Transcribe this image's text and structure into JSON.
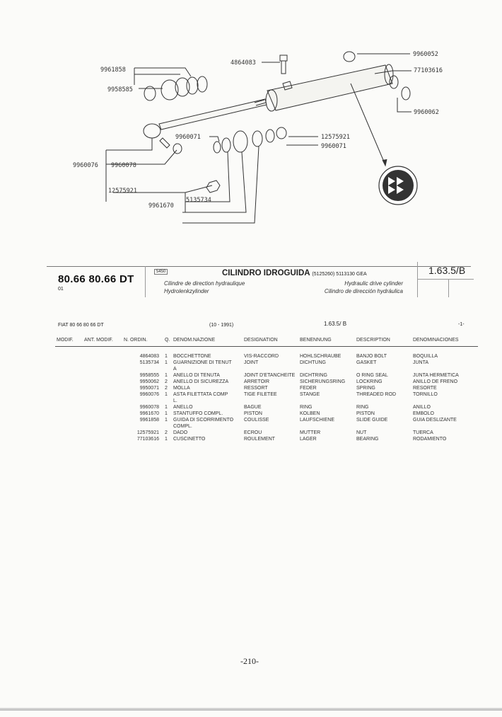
{
  "diagram": {
    "callouts": [
      "9961858",
      "9958585",
      "4864083",
      "9960052",
      "77103616",
      "9960062",
      "9960071",
      "12575921",
      "9960071",
      "9960076",
      "9960078",
      "12575921",
      "5135734",
      "9961670"
    ]
  },
  "header": {
    "model": "80.66 80.66 DT",
    "variant": "01",
    "group_code": "5450",
    "title": "CILINDRO IDROGUIDA",
    "title_refs": "(5125260)  5113130  GEA",
    "fr": "Cilindre de direction hydraulique",
    "de": "Hydrolenkzylinder",
    "en": "Hydraulic drive cylinder",
    "es": "Cilindro de dirección hydráulica",
    "ref": "1.63.5/B"
  },
  "subheader": {
    "model": "FIAT 80 66 80 66 DT",
    "date": "(10 - 1991)",
    "ref": "1.63.5/ B",
    "page": "-1-"
  },
  "table": {
    "columns": [
      "MODIF.",
      "ANT. MODIF.",
      "N. ORDIN.",
      "Q.",
      "DENOM.NAZIONE",
      "DESIGNATION",
      "BENENNUNG",
      "DESCRIPTION",
      "DENOMINACIONES"
    ],
    "rows": [
      {
        "ord": "4864083",
        "q": "1",
        "it": "BOCCHETTONE",
        "fr": "VIS-RACCORD",
        "de": "HOHLSCHRAUBE",
        "en": "BANJO BOLT",
        "es": "BOQUILLA"
      },
      {
        "ord": "5135734",
        "q": "1",
        "it": "GUARNIZIONE DI TENUT",
        "it2": "A",
        "fr": "JOINT",
        "de": "DICHTUNG",
        "en": "GASKET",
        "es": "JUNTA"
      },
      {
        "ord": "9958555",
        "q": "1",
        "it": "ANELLO DI TENUTA",
        "fr": "JOINT D'ETANCHEITE",
        "de": "DICHTRING",
        "en": "O RING SEAL",
        "es": "JUNTA HERMETICA"
      },
      {
        "ord": "9950062",
        "q": "2",
        "it": "ANELLO DI SICUREZZA",
        "fr": "ARRETOIR",
        "de": "SICHERUNGSRING",
        "en": "LOCKRING",
        "es": "ANILLO DE FRENO"
      },
      {
        "ord": "9950071",
        "q": "2",
        "it": "MOLLA",
        "fr": "RESSORT",
        "de": "FEDER",
        "en": "SPRING",
        "es": "RESORTE"
      },
      {
        "ord": "9960076",
        "q": "1",
        "it": "ASTA FILETTATA COMP",
        "it2": "L.",
        "fr": "TIGE FILETEE",
        "de": "STANGE",
        "en": "THREADED ROD",
        "es": "TORNILLO"
      },
      {
        "ord": "9960078",
        "q": "1",
        "it": "ANELLO",
        "fr": "BAGUE",
        "de": "RING",
        "en": "RING",
        "es": "ANILLO"
      },
      {
        "ord": "9961670",
        "q": "1",
        "it": "STANTUFFO COMPL.",
        "fr": "PISTON",
        "de": "KOLBEN",
        "en": "PISTON",
        "es": "EMBOLO"
      },
      {
        "ord": "9961858",
        "q": "1",
        "it": "GUIDA DI SCORRIMENTO",
        "it2": "COMPL.",
        "fr": "COULISSE",
        "de": "LAUFSCHIENE",
        "en": "SLIDE GUIDE",
        "es": "GUIA DESLIZANTE"
      },
      {
        "ord": "12575921",
        "q": "2",
        "it": "DADO",
        "fr": "ECROU",
        "de": "MUTTER",
        "en": "NUT",
        "es": "TUERCA"
      },
      {
        "ord": "77103616",
        "q": "1",
        "it": "CUSCINETTO",
        "fr": "ROULEMENT",
        "de": "LAGER",
        "en": "BEARING",
        "es": "RODAMIENTO"
      }
    ]
  },
  "footer": {
    "page_number": "-210-"
  }
}
